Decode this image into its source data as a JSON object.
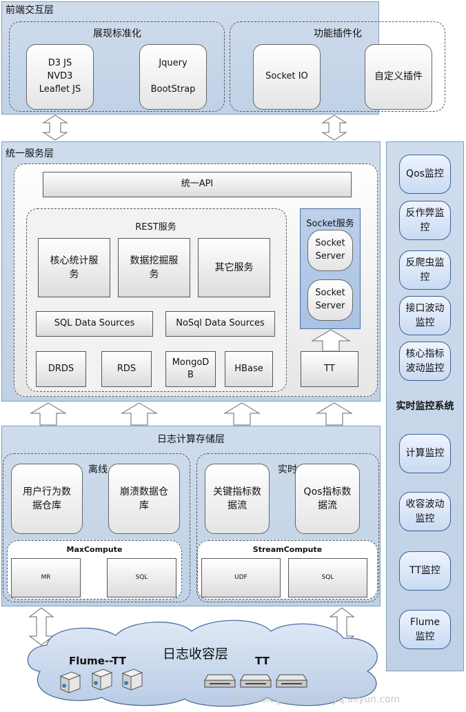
{
  "frontend": {
    "title": "前端交互层",
    "display": {
      "title": "展现标准化",
      "box1": "D3 JS\nNVD3\nLeaflet JS",
      "box2": "Jquery\n\nBootStrap"
    },
    "plugins": {
      "title": "功能插件化",
      "box1": "Socket IO",
      "box2": "自定义插件"
    }
  },
  "service": {
    "title": "统一服务层",
    "api": "统一API",
    "rest": {
      "title": "REST服务",
      "core": "核心统计服\n务",
      "mining": "数据挖掘服\n务",
      "other": "其它服务",
      "sql_sources": "SQL Data Sources",
      "nosql_sources": "NoSql Data Sources",
      "drds": "DRDS",
      "rds": "RDS",
      "mongodb": "MongoD\nB",
      "hbase": "HBase"
    },
    "socket": {
      "title": "Socket服务",
      "server1": "Socket\nServer",
      "server2": "Socket\nServer",
      "tt": "TT"
    }
  },
  "storage": {
    "title": "日志计算存储层",
    "offline": {
      "label": "离线",
      "box1": "用户行为数\n据仓库",
      "box2": "崩溃数据仓\n库"
    },
    "realtime": {
      "label": "实时",
      "box1": "关键指标数\n据流",
      "box2": "Qos指标数\n据流"
    },
    "maxcompute": {
      "title": "MaxCompute",
      "mr": "MR",
      "sql": "SQL"
    },
    "streamcompute": {
      "title": "StreamCompute",
      "udf": "UDF",
      "sql": "SQL"
    }
  },
  "collect": {
    "title": "日志收容层",
    "flume": "Flume--TT",
    "tt": "TT"
  },
  "monitor": {
    "title": "实时监控系统",
    "items": [
      "Qos监控",
      "反作弊监\n控",
      "反爬虫监\n控",
      "接口波动\n监控",
      "核心指标\n波动监控",
      "计算监控",
      "收容波动\n监控",
      "TT监控",
      "Flume\n监控"
    ]
  },
  "watermark": "http://blog.csdn.net/ yq.aliyun.com",
  "colors": {
    "layer": "#c7d7ea",
    "monitor_box": "#c9daf2",
    "box_border": "#3a5f96"
  }
}
